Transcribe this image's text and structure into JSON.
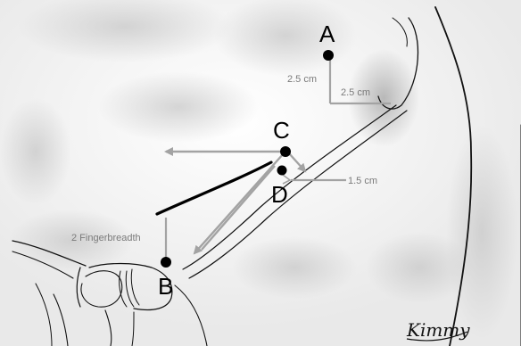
{
  "points": {
    "a": "A",
    "b": "B",
    "c": "C",
    "d": "D"
  },
  "measurements": {
    "a_vertical": "2.5 cm",
    "a_horizontal": "2.5 cm",
    "d_offset": "1.5 cm",
    "b_offset": "2 Fingerbreadth"
  },
  "signature": "Kimmy",
  "colors": {
    "outline": "#111111",
    "skin_light": "#fafafa",
    "skin_shadow": "#cfcfcf",
    "annotation_gray": "#a3a3a3",
    "point": "#000000"
  }
}
